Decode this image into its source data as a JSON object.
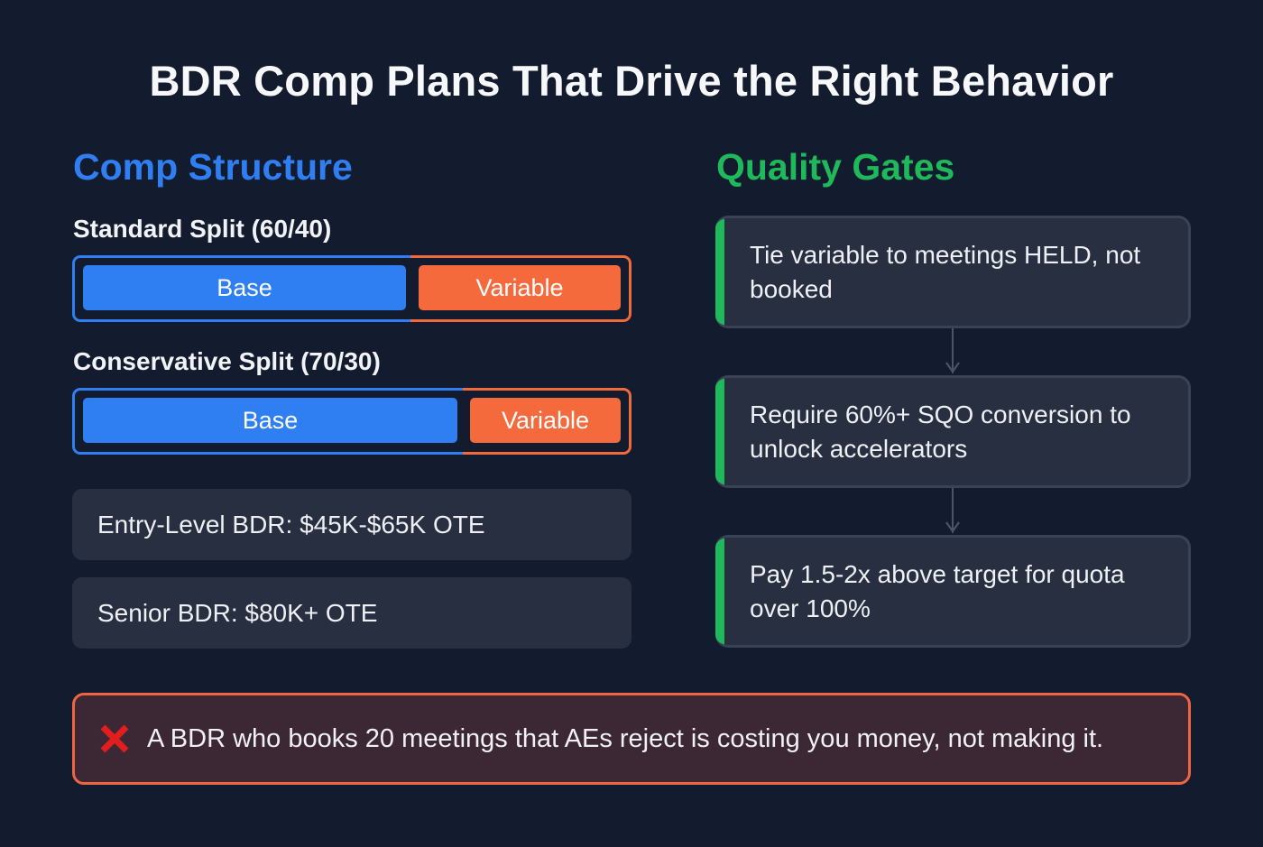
{
  "title": "BDR Comp Plans That Drive the Right Behavior",
  "comp_structure": {
    "heading": "Comp Structure",
    "splits": [
      {
        "label": "Standard Split (60/40)",
        "base_label": "Base",
        "variable_label": "Variable",
        "base_pct": 60,
        "variable_pct": 40
      },
      {
        "label": "Conservative Split (70/30)",
        "base_label": "Base",
        "variable_label": "Variable",
        "base_pct": 70,
        "variable_pct": 30
      }
    ],
    "ote_cards": [
      "Entry-Level BDR: $45K-$65K OTE",
      "Senior BDR: $80K+ OTE"
    ]
  },
  "quality_gates": {
    "heading": "Quality Gates",
    "steps": [
      "Tie variable to meetings HELD, not booked",
      "Require 60%+ SQO conversion to unlock accelerators",
      "Pay 1.5-2x above target for quota over 100%"
    ]
  },
  "warning": {
    "icon": "x-mark-icon",
    "text": "A BDR who books 20 meetings that AEs reject is costing you money, not making it."
  },
  "colors": {
    "background": "#131b2e",
    "blue": "#2f7ff2",
    "orange": "#f56a3c",
    "green": "#1fb85a",
    "card": "#282f41",
    "warning_bg": "#3c2835",
    "warning_border": "#ef6443"
  }
}
